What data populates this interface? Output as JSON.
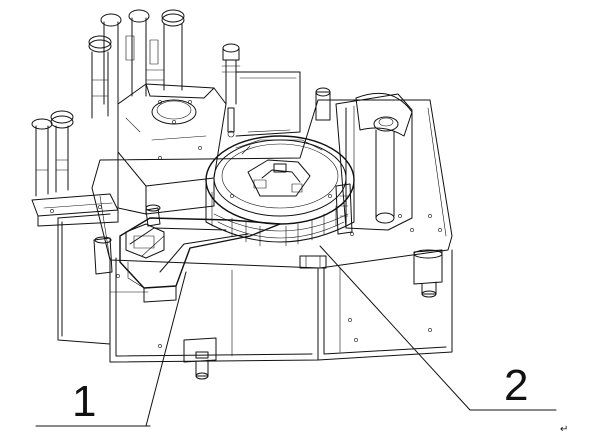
{
  "callouts": [
    {
      "id": "1",
      "text": "1"
    },
    {
      "id": "2",
      "text": "2"
    }
  ],
  "paragraph_mark": "↵",
  "colors": {
    "line": "#111111",
    "background": "#ffffff"
  }
}
